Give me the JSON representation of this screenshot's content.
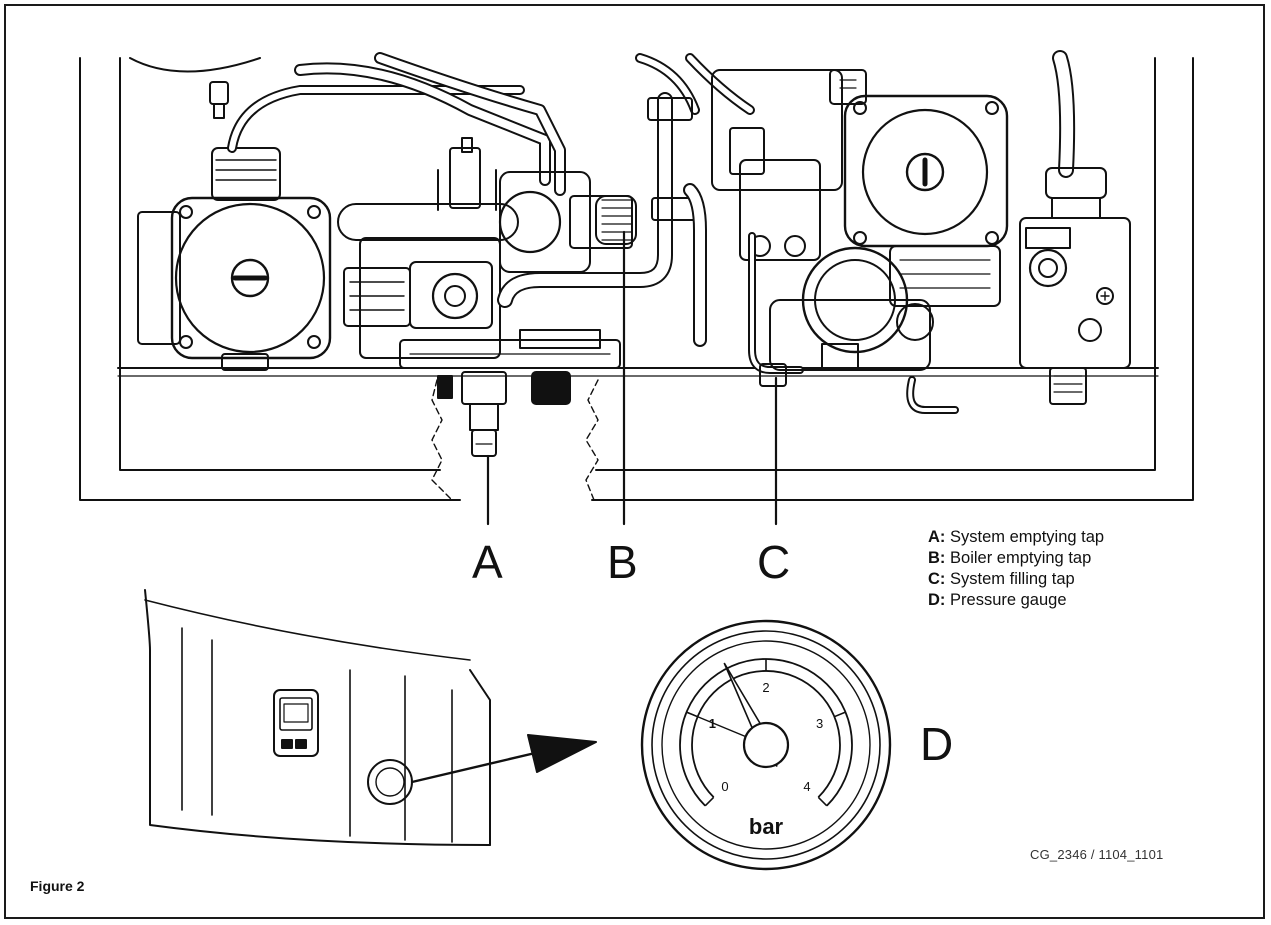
{
  "callouts": {
    "a": "A",
    "b": "B",
    "c": "C",
    "d": "D"
  },
  "legend": [
    {
      "key": "A:",
      "text": "System emptying tap"
    },
    {
      "key": "B:",
      "text": "Boiler emptying tap"
    },
    {
      "key": "C:",
      "text": "System filling tap"
    },
    {
      "key": "D:",
      "text": "Pressure gauge"
    }
  ],
  "gauge": {
    "unit": "bar",
    "ticks": [
      "0",
      "1",
      "2",
      "3",
      "4"
    ],
    "reading_bar": 1.6
  },
  "figure_label": "Figure 2",
  "reference_code": "CG_2346 / 1104_1101"
}
